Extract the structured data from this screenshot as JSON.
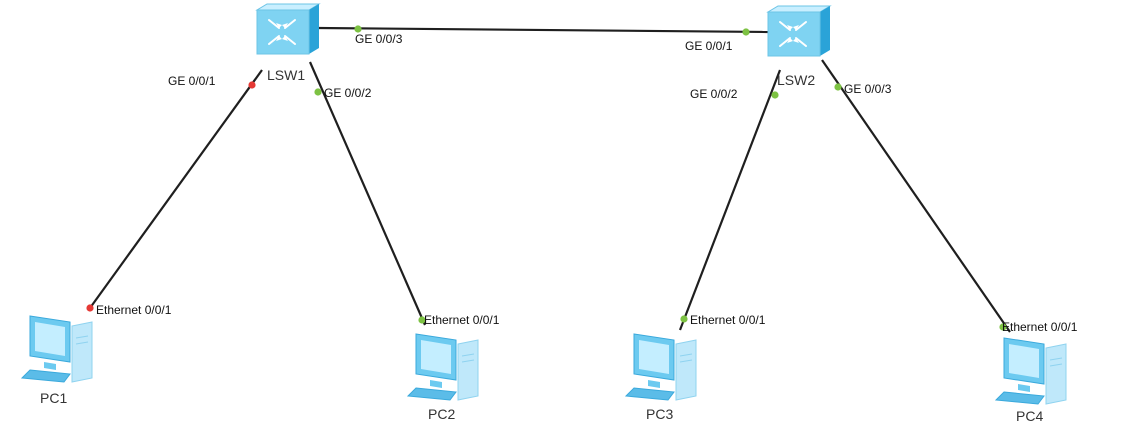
{
  "colors": {
    "link": "#1f1f1f",
    "port_up": "#7dc243",
    "port_down": "#e53935"
  },
  "devices": {
    "lsw1": {
      "label": "LSW1",
      "icon": "switch-icon"
    },
    "lsw2": {
      "label": "LSW2",
      "icon": "switch-icon"
    },
    "pc1": {
      "label": "PC1",
      "icon": "pc-icon"
    },
    "pc2": {
      "label": "PC2",
      "icon": "pc-icon"
    },
    "pc3": {
      "label": "PC3",
      "icon": "pc-icon"
    },
    "pc4": {
      "label": "PC4",
      "icon": "pc-icon"
    }
  },
  "links": [
    {
      "from": "lsw1",
      "to": "pc1",
      "from_port": "GE 0/0/1",
      "to_port": "Ethernet 0/0/1",
      "status": "down"
    },
    {
      "from": "lsw1",
      "to": "pc2",
      "from_port": "GE 0/0/2",
      "to_port": "Ethernet 0/0/1",
      "status": "up"
    },
    {
      "from": "lsw1",
      "to": "lsw2",
      "from_port": "GE 0/0/3",
      "to_port": "GE 0/0/1",
      "status": "up"
    },
    {
      "from": "lsw2",
      "to": "pc3",
      "from_port": "GE 0/0/2",
      "to_port": "Ethernet 0/0/1",
      "status": "up"
    },
    {
      "from": "lsw2",
      "to": "pc4",
      "from_port": "GE 0/0/3",
      "to_port": "Ethernet 0/0/1",
      "status": "up"
    }
  ]
}
